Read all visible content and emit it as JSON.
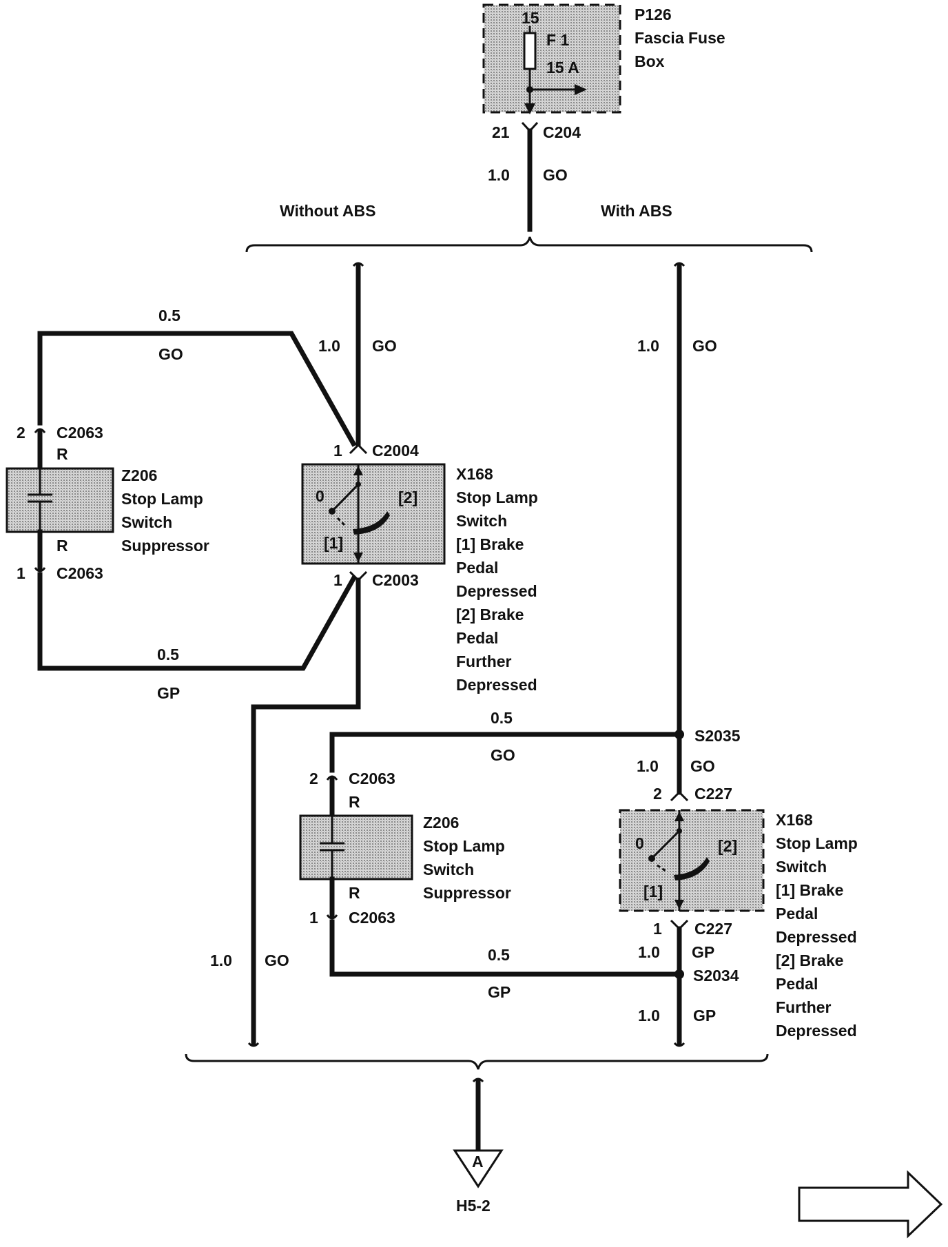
{
  "fuse_box": {
    "ref": "P126",
    "name_line1": "Fascia Fuse",
    "name_line2": "Box",
    "pin": "15",
    "fuse_id": "F 1",
    "fuse_rating": "15 A"
  },
  "feed": {
    "pin": "21",
    "connector": "C204",
    "wire_size": "1.0",
    "wire_color": "GO"
  },
  "branches": {
    "without_abs": "Without ABS",
    "with_abs": "With ABS"
  },
  "left_branch": {
    "feed_size": "1.0",
    "feed_color": "GO",
    "loop_top_size": "0.5",
    "loop_top_color": "GO",
    "loop_bottom_size": "0.5",
    "loop_bottom_color": "GP",
    "down_size": "1.0",
    "down_color": "GO",
    "suppressor": {
      "pin_top": "2",
      "connector_top": "C2063",
      "wire_top": "R",
      "ref": "Z206",
      "line1": "Stop Lamp",
      "line2": "Switch",
      "line3": "Suppressor",
      "wire_bottom": "R",
      "pin_bottom": "1",
      "connector_bottom": "C2063"
    },
    "switch": {
      "pin_top": "1",
      "connector_top": "C2004",
      "pin_bottom": "1",
      "connector_bottom": "C2003",
      "pos0": "0",
      "pos1": "[1]",
      "pos2": "[2]",
      "ref": "X168",
      "line1": "Stop Lamp",
      "line2": "Switch",
      "line3": "[1]  Brake",
      "line4": "Pedal",
      "line5": "Depressed",
      "line6": "[2]  Brake",
      "line7": "Pedal",
      "line8": "Further",
      "line9": "Depressed"
    }
  },
  "right_branch": {
    "feed_size": "1.0",
    "feed_color": "GO",
    "splice_top": "S2035",
    "loop_top_size": "0.5",
    "loop_top_color": "GO",
    "upper_size": "1.0",
    "upper_color": "GO",
    "lower_size": "1.0",
    "lower_color": "GP",
    "splice_bottom": "S2034",
    "loop_bottom_size": "0.5",
    "loop_bottom_color": "GP",
    "out_size": "1.0",
    "out_color": "GP",
    "suppressor": {
      "pin_top": "2",
      "connector_top": "C2063",
      "wire_top": "R",
      "ref": "Z206",
      "line1": "Stop Lamp",
      "line2": "Switch",
      "line3": "Suppressor",
      "wire_bottom": "R",
      "pin_bottom": "1",
      "connector_bottom": "C2063"
    },
    "switch": {
      "pin_top": "2",
      "connector_top": "C227",
      "pin_bottom": "1",
      "connector_bottom": "C227",
      "pos0": "0",
      "pos1": "[1]",
      "pos2": "[2]",
      "ref": "X168",
      "line1": "Stop Lamp",
      "line2": "Switch",
      "line3": "[1]  Brake",
      "line4": "Pedal",
      "line5": "Depressed",
      "line6": "[2]  Brake",
      "line7": "Pedal",
      "line8": "Further",
      "line9": "Depressed"
    }
  },
  "output": {
    "marker": "A",
    "destination": "H5-2"
  }
}
